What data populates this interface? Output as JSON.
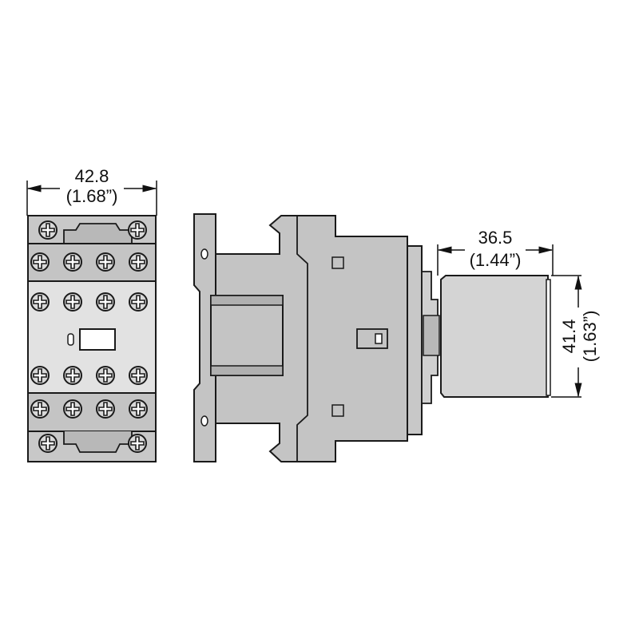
{
  "dimensions": {
    "width": {
      "mm": "42.8",
      "inch": "(1.68”)"
    },
    "depth": {
      "mm": "36.5",
      "inch": "(1.44”)"
    },
    "height": {
      "mm": "41.4",
      "inch": "(1.63”)"
    }
  },
  "colors": {
    "body": "#c4c4c4",
    "face": "#e2e2e2",
    "line": "#1a1a1a",
    "module": "#d4d4d4"
  }
}
